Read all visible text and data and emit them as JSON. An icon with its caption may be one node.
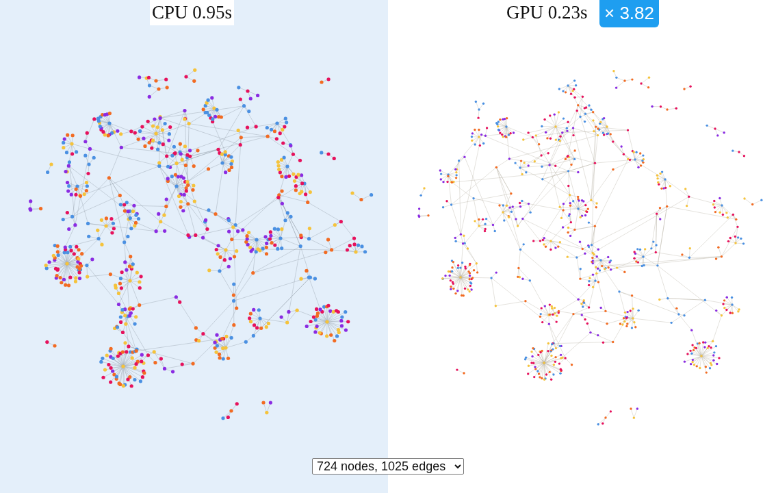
{
  "diagram": {
    "labels": [
      "CPU 0.95s",
      "GPU 0.23s",
      "× 3.82",
      "724 nodes, 1025 edges"
    ]
  }
}
